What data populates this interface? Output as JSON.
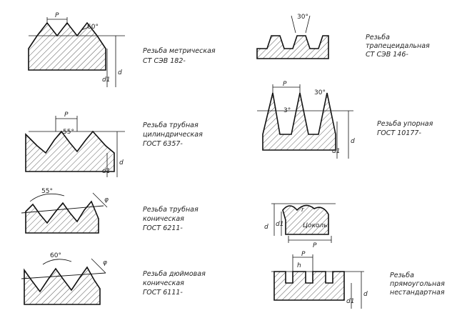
{
  "figures": [
    {
      "id": "metric",
      "caption": [
        "Резьба метрическая",
        "СТ СЭВ 182-"
      ],
      "angle": "60°",
      "labels": {
        "pitch": "P",
        "d1": "d1",
        "d": "d"
      }
    },
    {
      "id": "trapezoid",
      "caption": [
        "Резьба",
        "трапецеидальная",
        "СТ СЭВ 146-"
      ],
      "angle": "30°"
    },
    {
      "id": "pipe-cyl",
      "caption": [
        "Резьба трубная",
        "цилиндрическая",
        "ГОСТ 6357-"
      ],
      "angle": "55°",
      "labels": {
        "pitch": "P",
        "d1": "d1",
        "d": "d"
      }
    },
    {
      "id": "buttress",
      "caption": [
        "Резьба упорная",
        "ГОСТ 10177-"
      ],
      "angle_left": "3°",
      "angle_right": "30°",
      "labels": {
        "pitch": "P",
        "d1": "d1",
        "d": "d"
      }
    },
    {
      "id": "pipe-con",
      "caption": [
        "Резьба трубная",
        "коническая",
        "ГОСТ 6211-"
      ],
      "angle": "55°",
      "labels": {
        "phi": "φ"
      }
    },
    {
      "id": "edison",
      "caption": [],
      "label": "Цоколь",
      "labels": {
        "d": "d",
        "d1": "d1",
        "pitch": "P",
        "r": "r"
      }
    },
    {
      "id": "inch-con",
      "caption": [
        "Резьба дюймовая",
        "коническая",
        "ГОСТ 6111-"
      ],
      "angle": "60°",
      "labels": {
        "phi": "φ"
      }
    },
    {
      "id": "rect",
      "caption": [
        "Резьба",
        "прямоугольная",
        "нестандартная"
      ],
      "labels": {
        "pitch": "P",
        "h": "h",
        "d1": "d1",
        "d": "d"
      }
    }
  ]
}
